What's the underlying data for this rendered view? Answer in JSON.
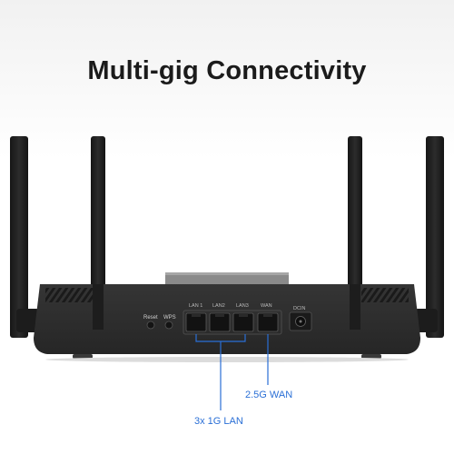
{
  "headline": "Multi-gig Connectivity",
  "buttons": {
    "reset": "Reset",
    "wps": "WPS"
  },
  "ports": {
    "lan1": "LAN 1",
    "lan2": "LAN2",
    "lan3": "LAN3",
    "wan": "WAN",
    "dcin": "DCIN"
  },
  "callouts": {
    "wan": "2.5G WAN",
    "lan": "3x 1G LAN"
  },
  "colors": {
    "callout_blue": "#2a6fd6",
    "router_body": "#2b2b2b",
    "antenna": "#1f1f1f"
  }
}
